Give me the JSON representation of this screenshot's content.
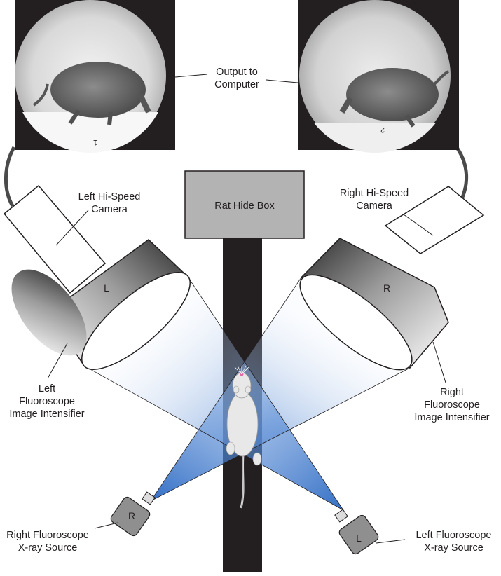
{
  "output_label": [
    "Output to",
    "Computer"
  ],
  "hide_box_label": "Rat Hide Box",
  "left_camera_label": [
    "Left Hi-Speed",
    "Camera"
  ],
  "right_camera_label": [
    "Right Hi-Speed",
    "Camera"
  ],
  "left_intensifier_label": [
    "Left",
    "Fluoroscope",
    "Image Intensifier"
  ],
  "right_intensifier_label": [
    "Right",
    "Fluoroscope",
    "Image Intensifier"
  ],
  "right_source_label": [
    "Right Fluoroscope",
    "X-ray Source"
  ],
  "left_source_label": [
    "Left Fluoroscope",
    "X-ray Source"
  ],
  "left_intensifier_letter": "L",
  "right_intensifier_letter": "R",
  "right_source_letter": "R",
  "left_source_letter": "L",
  "left_monitor_mark": "1",
  "right_monitor_mark": "2",
  "colors": {
    "walkway": "#231f20",
    "hide_box": "#b3b3b3",
    "beam": "#2e6fc0",
    "rat": "#e8e8e8"
  }
}
